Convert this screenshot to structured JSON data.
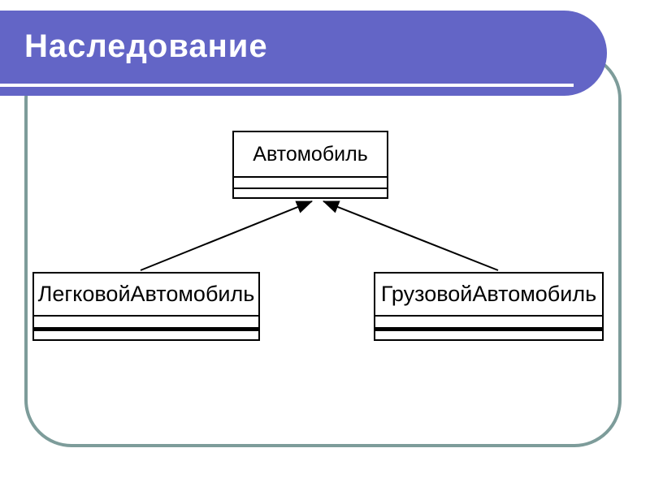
{
  "slide": {
    "title": "Наследование",
    "colors": {
      "banner": "#6365c6",
      "frame_border": "#7d9c9a",
      "title_text": "#ffffff",
      "diagram_lines": "#000000",
      "background": "#ffffff"
    }
  },
  "diagram": {
    "type": "uml-class-diagram",
    "parent_class": {
      "name": "Автомобиль"
    },
    "child_classes": [
      {
        "name": "ЛегковойАвтомобиль"
      },
      {
        "name": "ГрузовойАвтомобиль"
      }
    ],
    "relationships": [
      {
        "from": "ЛегковойАвтомобиль",
        "to": "Автомобиль",
        "type": "generalization"
      },
      {
        "from": "ГрузовойАвтомобиль",
        "to": "Автомобиль",
        "type": "generalization"
      }
    ]
  }
}
